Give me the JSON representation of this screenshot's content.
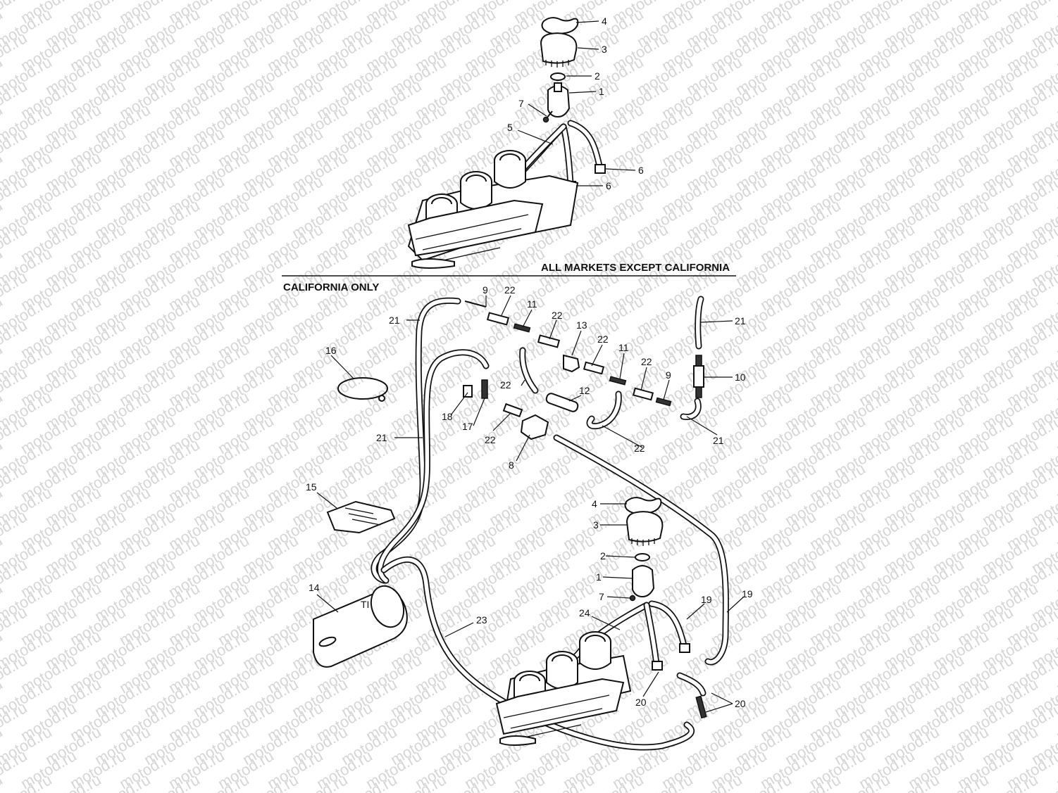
{
  "watermark": {
    "text": "motod.ru"
  },
  "sections": {
    "upper_label": "ALL MARKETS EXCEPT CALIFORNIA",
    "lower_label": "CALIFORNIA ONLY"
  },
  "callouts": {
    "upper": {
      "p4": "4",
      "p3": "3",
      "p2": "2",
      "p1": "1",
      "p7": "7",
      "p5": "5",
      "p6a": "6",
      "p6b": "6"
    },
    "lower": {
      "p9a": "9",
      "p22a": "22",
      "p11a": "11",
      "p22b": "22",
      "p13": "13",
      "p22c": "22",
      "p11b": "11",
      "p22d": "22",
      "p9b": "9",
      "p21a": "21",
      "p21b": "21",
      "p10": "10",
      "p16": "16",
      "p22e": "22",
      "p12": "12",
      "p18": "18",
      "p17": "17",
      "p22f": "22",
      "p22g": "22",
      "p21c": "21",
      "p21d": "21",
      "p8": "8",
      "p15": "15",
      "p4": "4",
      "p3": "3",
      "p2": "2",
      "p1": "1",
      "p7": "7",
      "p19a": "19",
      "p19b": "19",
      "p24": "24",
      "p14": "14",
      "p23": "23",
      "p20a": "20",
      "p20b": "20"
    }
  },
  "logo_text": {
    "canister_mark": "TI"
  }
}
